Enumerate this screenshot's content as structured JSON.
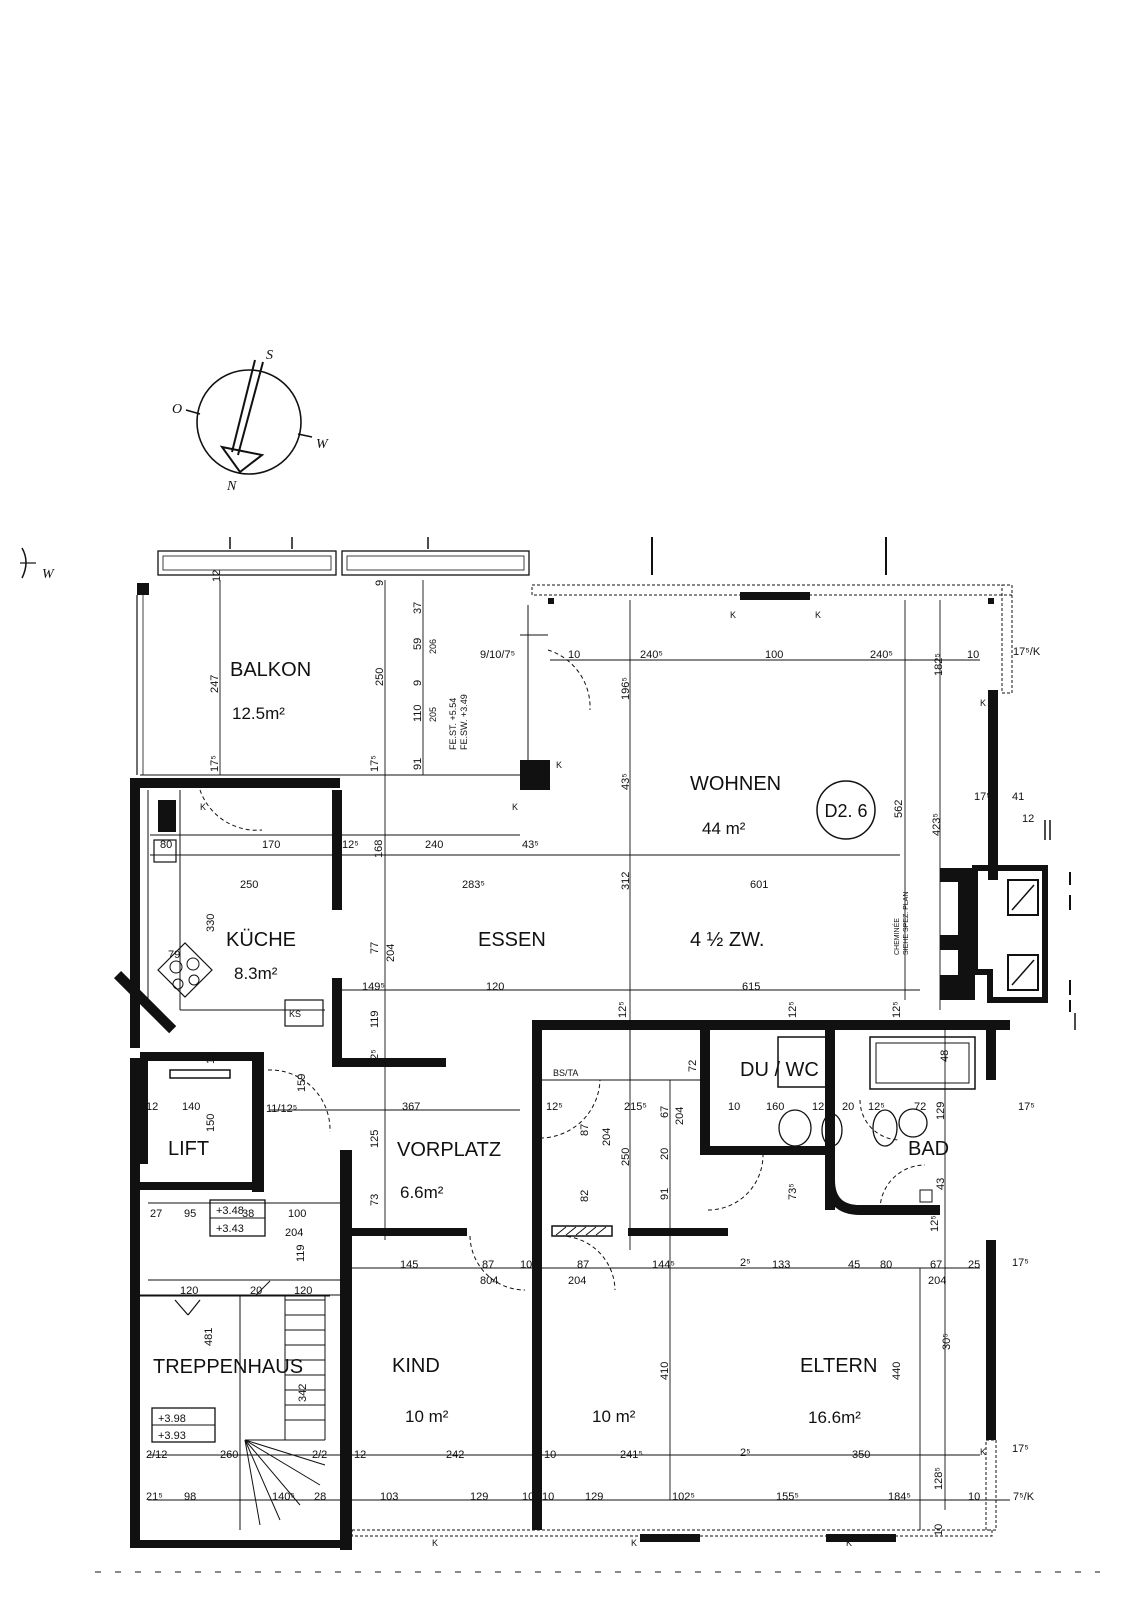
{
  "compass": {
    "s": "S",
    "o": "O",
    "w": "W",
    "n": "N"
  },
  "side_marker": "W",
  "unit_badge": "D2. 6",
  "balcony_notes": [
    "FE.ST. +5.54",
    "FE.SW. +3.49"
  ],
  "chimney_note": [
    "CHEMINÉE",
    "SIEHE SPEZ. PLAN"
  ],
  "rooms": {
    "balkon": {
      "name": "BALKON",
      "area": "12.5m²"
    },
    "wohnen": {
      "name": "WOHNEN",
      "area": "44 m²"
    },
    "kueche": {
      "name": "KÜCHE",
      "area": "8.3m²"
    },
    "essen": {
      "name": "ESSEN"
    },
    "zw": {
      "name": "4 ½ ZW."
    },
    "lift": {
      "name": "LIFT"
    },
    "vorplatz": {
      "name": "VORPLATZ",
      "area": "6.6m²"
    },
    "du_wc": {
      "name": "DU / WC"
    },
    "bad": {
      "name": "BAD"
    },
    "treppenhaus": {
      "name": "TREPPENHAUS"
    },
    "kind": {
      "name": "KIND",
      "area": "10 m²"
    },
    "zimmer": {
      "area": "10 m²"
    },
    "eltern": {
      "name": "ELTERN",
      "area": "16.6m²"
    }
  },
  "levels": {
    "lift_upper": "+3.48",
    "lift_lower": "+3.43",
    "stair_upper": "+3.98",
    "stair_lower": "+3.93"
  },
  "fixtures": {
    "ks": "KS",
    "bsta": "BS/TA",
    "k": "K"
  },
  "dimensions": {
    "d12": "12",
    "d247": "247",
    "d9": "9",
    "d250a": "250",
    "d37": "37",
    "d59": "59",
    "d206": "206",
    "d9b": "9",
    "d110": "110",
    "d205": "205",
    "d91": "91",
    "d175a": "17⁵",
    "d175b": "17⁵",
    "d910": "9/10/7⁵",
    "d10a": "10",
    "d2405a": "240⁵",
    "d100a": "100",
    "d2405b": "240⁵",
    "d1825": "182⁵",
    "d10b": "10",
    "d175k": "17⁵/K",
    "d1965": "196⁵",
    "d435": "43⁵",
    "d562": "562",
    "d4235": "423⁵",
    "d175c": "17⁵",
    "d41": "41",
    "d12b": "12",
    "d80": "80",
    "d170": "170",
    "d125a": "12⁵",
    "d168": "168",
    "d240": "240",
    "d435b": "43⁵",
    "d312": "312",
    "d250b": "250",
    "d2835": "283⁵",
    "d601": "601",
    "d330": "330",
    "d79": "79",
    "d77": "77",
    "d204a": "204",
    "d1495": "149⁵",
    "d120a": "120",
    "d615": "615",
    "d119a": "119",
    "d125b": "12⁵",
    "d125c": "12⁵",
    "d125d": "12⁵",
    "d125e": "12⁵",
    "d12c": "12",
    "d159": "159",
    "d11712": "11/12⁵",
    "d367": "367",
    "d125f": "12⁵",
    "d2155": "215⁵",
    "d67a": "67",
    "d204b": "204",
    "d87a": "87",
    "d204c": "204",
    "d250c": "250",
    "d72": "72",
    "d10c": "10",
    "d160": "160",
    "d12d": "12⁵",
    "d20": "20",
    "d125g": "12⁵",
    "d72b": "72",
    "d129a": "129",
    "d48": "48",
    "d175d": "17⁵",
    "d140": "140",
    "d12e": "12",
    "d150": "150",
    "d125h": "125",
    "d20b": "20",
    "d91b": "91",
    "d82": "82",
    "d735": "73⁵",
    "d43": "43",
    "d125i": "12⁵",
    "d73": "73",
    "d27": "27",
    "d95": "95",
    "d38": "38",
    "d100b": "100",
    "d204d": "204",
    "d119b": "119",
    "d145": "145",
    "d87b": "87",
    "d10d": "10",
    "d87c": "87",
    "d1445": "144⁵",
    "d25a": "2⁵",
    "d133": "133",
    "d45": "45",
    "d80b": "80",
    "d67b": "67",
    "d25b": "25",
    "d175e": "17⁵",
    "d804": "804",
    "d204e": "204",
    "d204f": "204",
    "d120b": "120",
    "d20c": "20",
    "d120c": "120",
    "d481": "481",
    "d342": "342",
    "d410": "410",
    "d440": "440",
    "d3015": "30⁵",
    "d212": "2/12",
    "d260": "260",
    "d22": "2/2",
    "d12f": "12",
    "d242": "242",
    "d10e": "10",
    "d2415": "241⁵",
    "d25c": "2⁵",
    "d350": "350",
    "d175f": "17⁵",
    "d215": "21⁵",
    "d98": "98",
    "d1405": "140⁵",
    "d28": "28",
    "d103": "103",
    "d129b": "129",
    "d10f": "10",
    "d10g": "10",
    "d129c": "129",
    "d1025": "102⁵",
    "d1555": "155⁵",
    "d1845": "184⁵",
    "d1285": "128⁵",
    "d10h": "10",
    "d75k": "7⁵/K",
    "d10i": "10"
  }
}
